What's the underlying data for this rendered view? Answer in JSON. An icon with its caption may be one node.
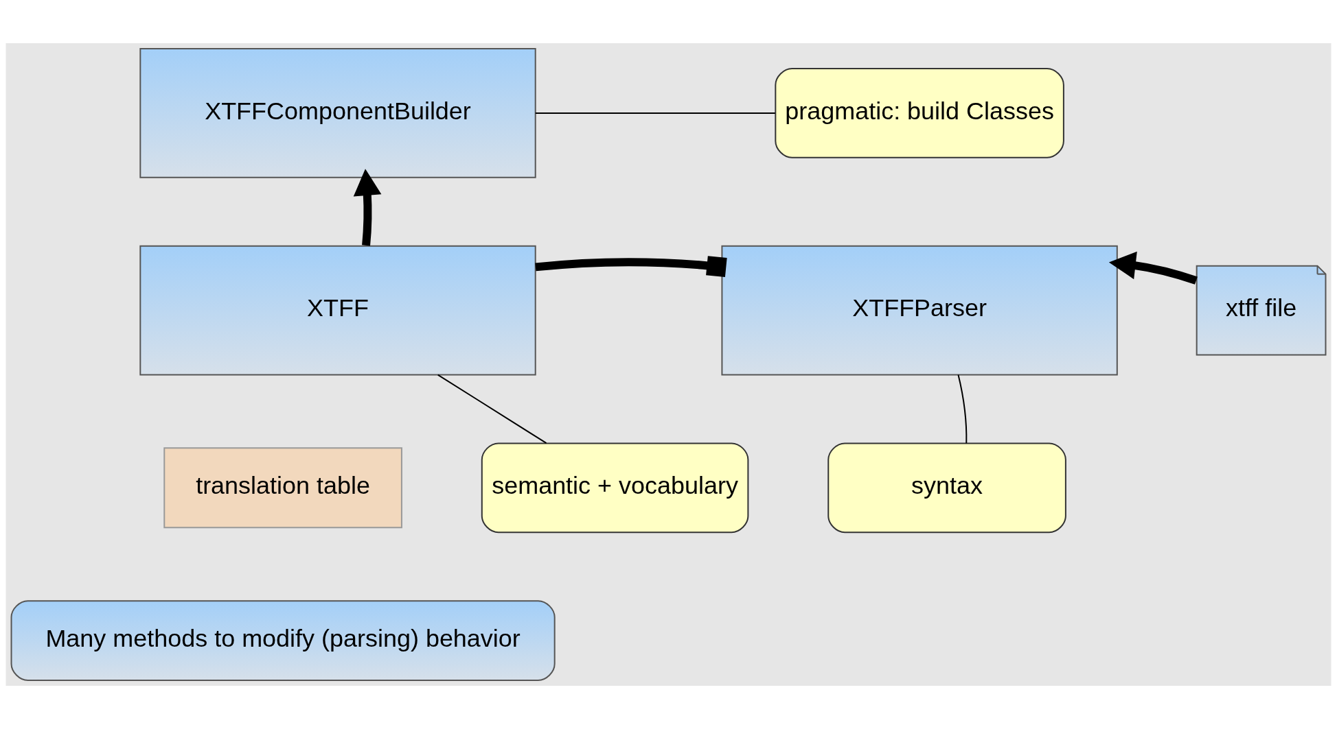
{
  "diagram": {
    "nodes": [
      {
        "text": [
          "XTFFComponentBuilder"
        ]
      },
      {
        "text": [
          "pragmatic: build Classes"
        ]
      },
      {
        "text": [
          "XTFF"
        ]
      },
      {
        "text": [
          "translation table"
        ]
      },
      {
        "text": [
          "semantic + vocabulary"
        ]
      },
      {
        "text": [
          "XTFFParser"
        ]
      },
      {
        "text": [
          "syntax"
        ]
      },
      {
        "text": [
          "xtff file"
        ]
      },
      {
        "text": [
          "Many methods to modify (parsing) behavior"
        ]
      }
    ],
    "edges": [
      {
        "from": 1,
        "to": 0,
        "arrow": "none"
      },
      {
        "from": 2,
        "to": 0,
        "arrow": "to",
        "style": "thick"
      },
      {
        "from": 2,
        "to": 5,
        "arrow": "other",
        "style": "thick"
      },
      {
        "from": 7,
        "to": 5,
        "arrow": "to",
        "style": "thick"
      },
      {
        "from": 4,
        "to": 2,
        "arrow": "none"
      },
      {
        "from": 6,
        "to": 5,
        "arrow": "none"
      }
    ]
  }
}
